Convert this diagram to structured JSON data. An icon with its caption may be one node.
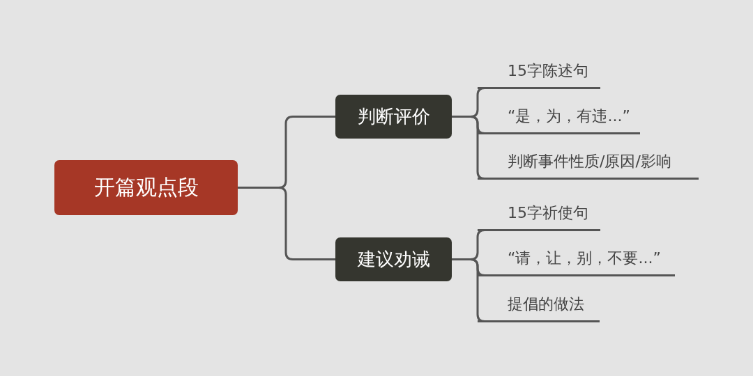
{
  "diagram": {
    "nodes": [
      {
        "text": [
          "开篇观点段"
        ]
      },
      {
        "text": [
          "判断评价"
        ]
      },
      {
        "text": [
          "建议劝诫"
        ]
      },
      {
        "text": [
          "15字陈述句"
        ]
      },
      {
        "text": [
          "“是，为，有违...”"
        ]
      },
      {
        "text": [
          "判断事件性质/原因/影响"
        ]
      },
      {
        "text": [
          "15字祈使句"
        ]
      },
      {
        "text": [
          "“请，让，别，不要...”"
        ]
      },
      {
        "text": [
          "提倡的做法"
        ]
      }
    ],
    "edges": [
      {
        "from": 0,
        "to": 1,
        "arrow": "none"
      },
      {
        "from": 0,
        "to": 2,
        "arrow": "none"
      },
      {
        "from": 1,
        "to": 3,
        "arrow": "none"
      },
      {
        "from": 1,
        "to": 4,
        "arrow": "none"
      },
      {
        "from": 1,
        "to": 5,
        "arrow": "none"
      },
      {
        "from": 2,
        "to": 6,
        "arrow": "none"
      },
      {
        "from": 2,
        "to": 7,
        "arrow": "none"
      },
      {
        "from": 2,
        "to": 8,
        "arrow": "none"
      }
    ]
  }
}
